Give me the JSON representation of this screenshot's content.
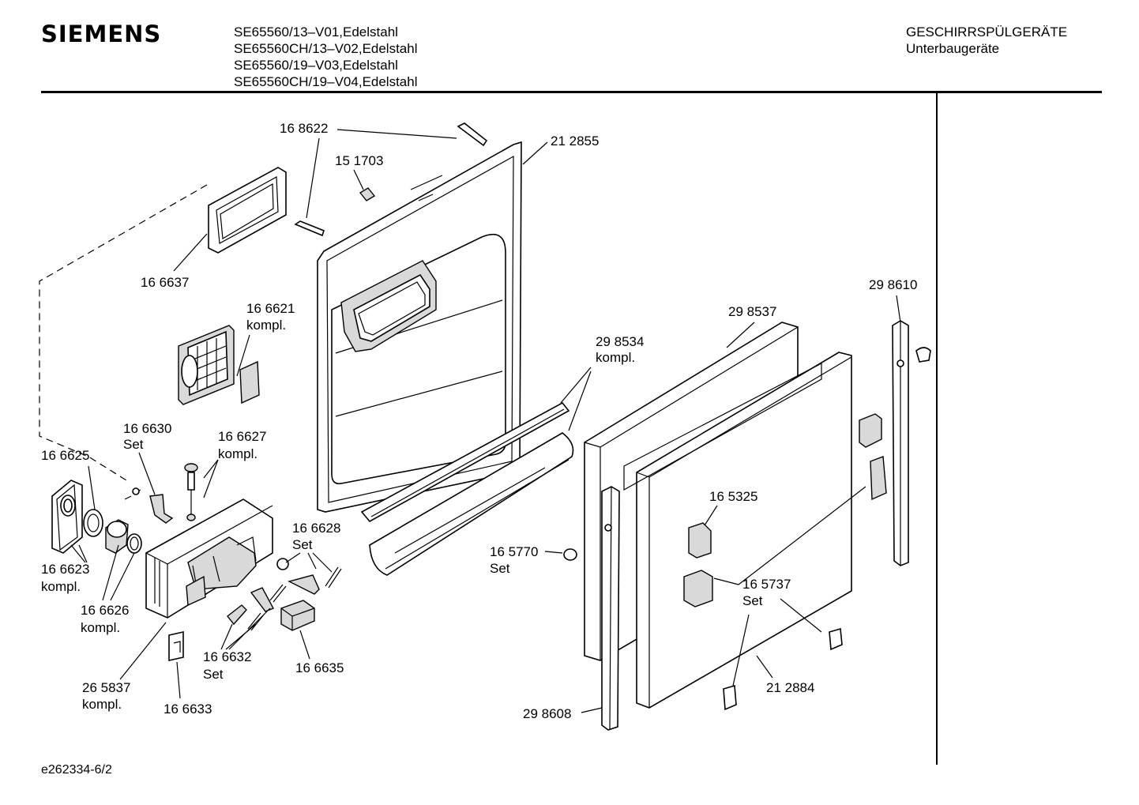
{
  "header": {
    "brand": "SIEMENS",
    "models": [
      "SE65560/13–V01,Edelstahl",
      "SE65560CH/13–V02,Edelstahl",
      "SE65560/19–V03,Edelstahl",
      "SE65560CH/19–V04,Edelstahl"
    ],
    "category": "GESCHIRRSPÜLGERÄTE",
    "subcategory": "Unterbaugeräte"
  },
  "footer": {
    "drawing_id": "e262334-6/2"
  },
  "parts": [
    {
      "id": "p1",
      "number": "16 8622",
      "note": ""
    },
    {
      "id": "p2",
      "number": "15 1703",
      "note": ""
    },
    {
      "id": "p3",
      "number": "21 2855",
      "note": ""
    },
    {
      "id": "p4",
      "number": "16 6637",
      "note": ""
    },
    {
      "id": "p5",
      "number": "16 6621",
      "note": "kompl."
    },
    {
      "id": "p6",
      "number": "29 8610",
      "note": ""
    },
    {
      "id": "p7",
      "number": "29 8537",
      "note": ""
    },
    {
      "id": "p8",
      "number": "29 8534",
      "note": "kompl."
    },
    {
      "id": "p9",
      "number": "16 6630",
      "note": "Set"
    },
    {
      "id": "p10",
      "number": "16 6627",
      "note": "kompl."
    },
    {
      "id": "p11",
      "number": "16 6625",
      "note": ""
    },
    {
      "id": "p12",
      "number": "16 6628",
      "note": "Set"
    },
    {
      "id": "p13",
      "number": "16 5325",
      "note": ""
    },
    {
      "id": "p14",
      "number": "16 5770",
      "note": "Set"
    },
    {
      "id": "p15",
      "number": "16 6623",
      "note": "kompl."
    },
    {
      "id": "p16",
      "number": "16 5737",
      "note": "Set"
    },
    {
      "id": "p17",
      "number": "16 6626",
      "note": "kompl."
    },
    {
      "id": "p18",
      "number": "16 6632",
      "note": "Set"
    },
    {
      "id": "p19",
      "number": "16 6635",
      "note": ""
    },
    {
      "id": "p20",
      "number": "26 5837",
      "note": "kompl."
    },
    {
      "id": "p21",
      "number": "21 2884",
      "note": ""
    },
    {
      "id": "p22",
      "number": "16 6633",
      "note": ""
    },
    {
      "id": "p23",
      "number": "29 8608",
      "note": ""
    }
  ]
}
